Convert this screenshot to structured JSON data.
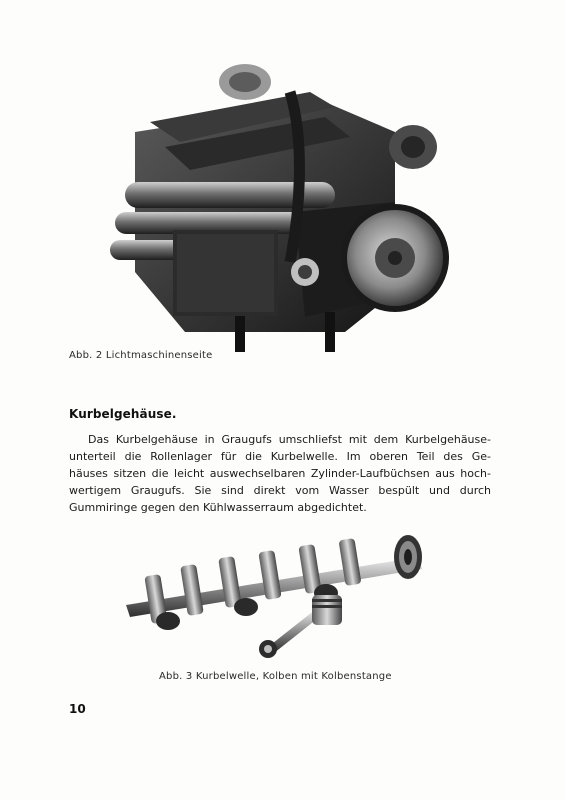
{
  "figures": {
    "fig2": {
      "caption": "Abb. 2  Lichtmaschinenseite"
    },
    "fig3": {
      "caption": "Abb. 3  Kurbelwelle, Kolben mit Kolbenstange"
    }
  },
  "section": {
    "heading": "Kurbelgehäuse.",
    "lines": [
      "Das Kurbelgehäuse in Graugufs umschliefst mit dem Kurbelgehäuse-",
      "unterteil die Rollenlager für die Kurbelwelle.  Im oberen Teil des Ge-",
      "häuses sitzen die leicht auswechselbaren Zylinder-Laufbüchsen aus hoch-",
      "wertigem Graugufs.  Sie sind direkt vom Wasser bespült und durch",
      "Gummiringe gegen den Kühlwasserraum abgedichtet."
    ]
  },
  "page_number": "10"
}
